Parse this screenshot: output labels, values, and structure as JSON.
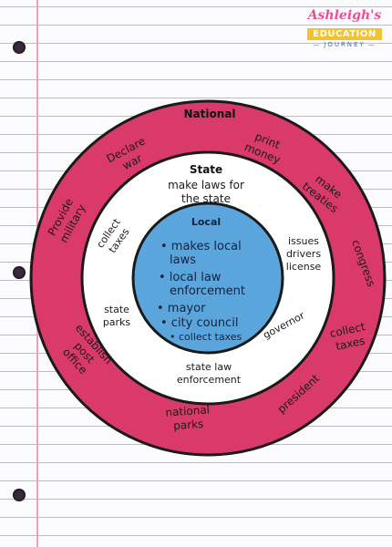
{
  "brand": {
    "name": "Ashleigh's",
    "education": "EDUCATION",
    "journey": "JOURNEY"
  },
  "national": {
    "title": "National",
    "items": [
      "Declare war",
      "print money",
      "make treaties",
      "Provide military",
      "congress",
      "collect taxes",
      "establish post office",
      "president",
      "national parks"
    ]
  },
  "state": {
    "title": "State",
    "items": [
      "make laws for the state",
      "collect taxes",
      "issues drivers license",
      "state parks",
      "governor",
      "state law enforcement"
    ]
  },
  "local": {
    "title": "Local",
    "items": [
      "makes local laws",
      "local law enforcement",
      "mayor",
      "city council",
      "collect taxes"
    ]
  },
  "colors": {
    "national": "#d93a6a",
    "state": "#ffffff",
    "local": "#5aa6dc",
    "outline": "#1a1a1a"
  }
}
